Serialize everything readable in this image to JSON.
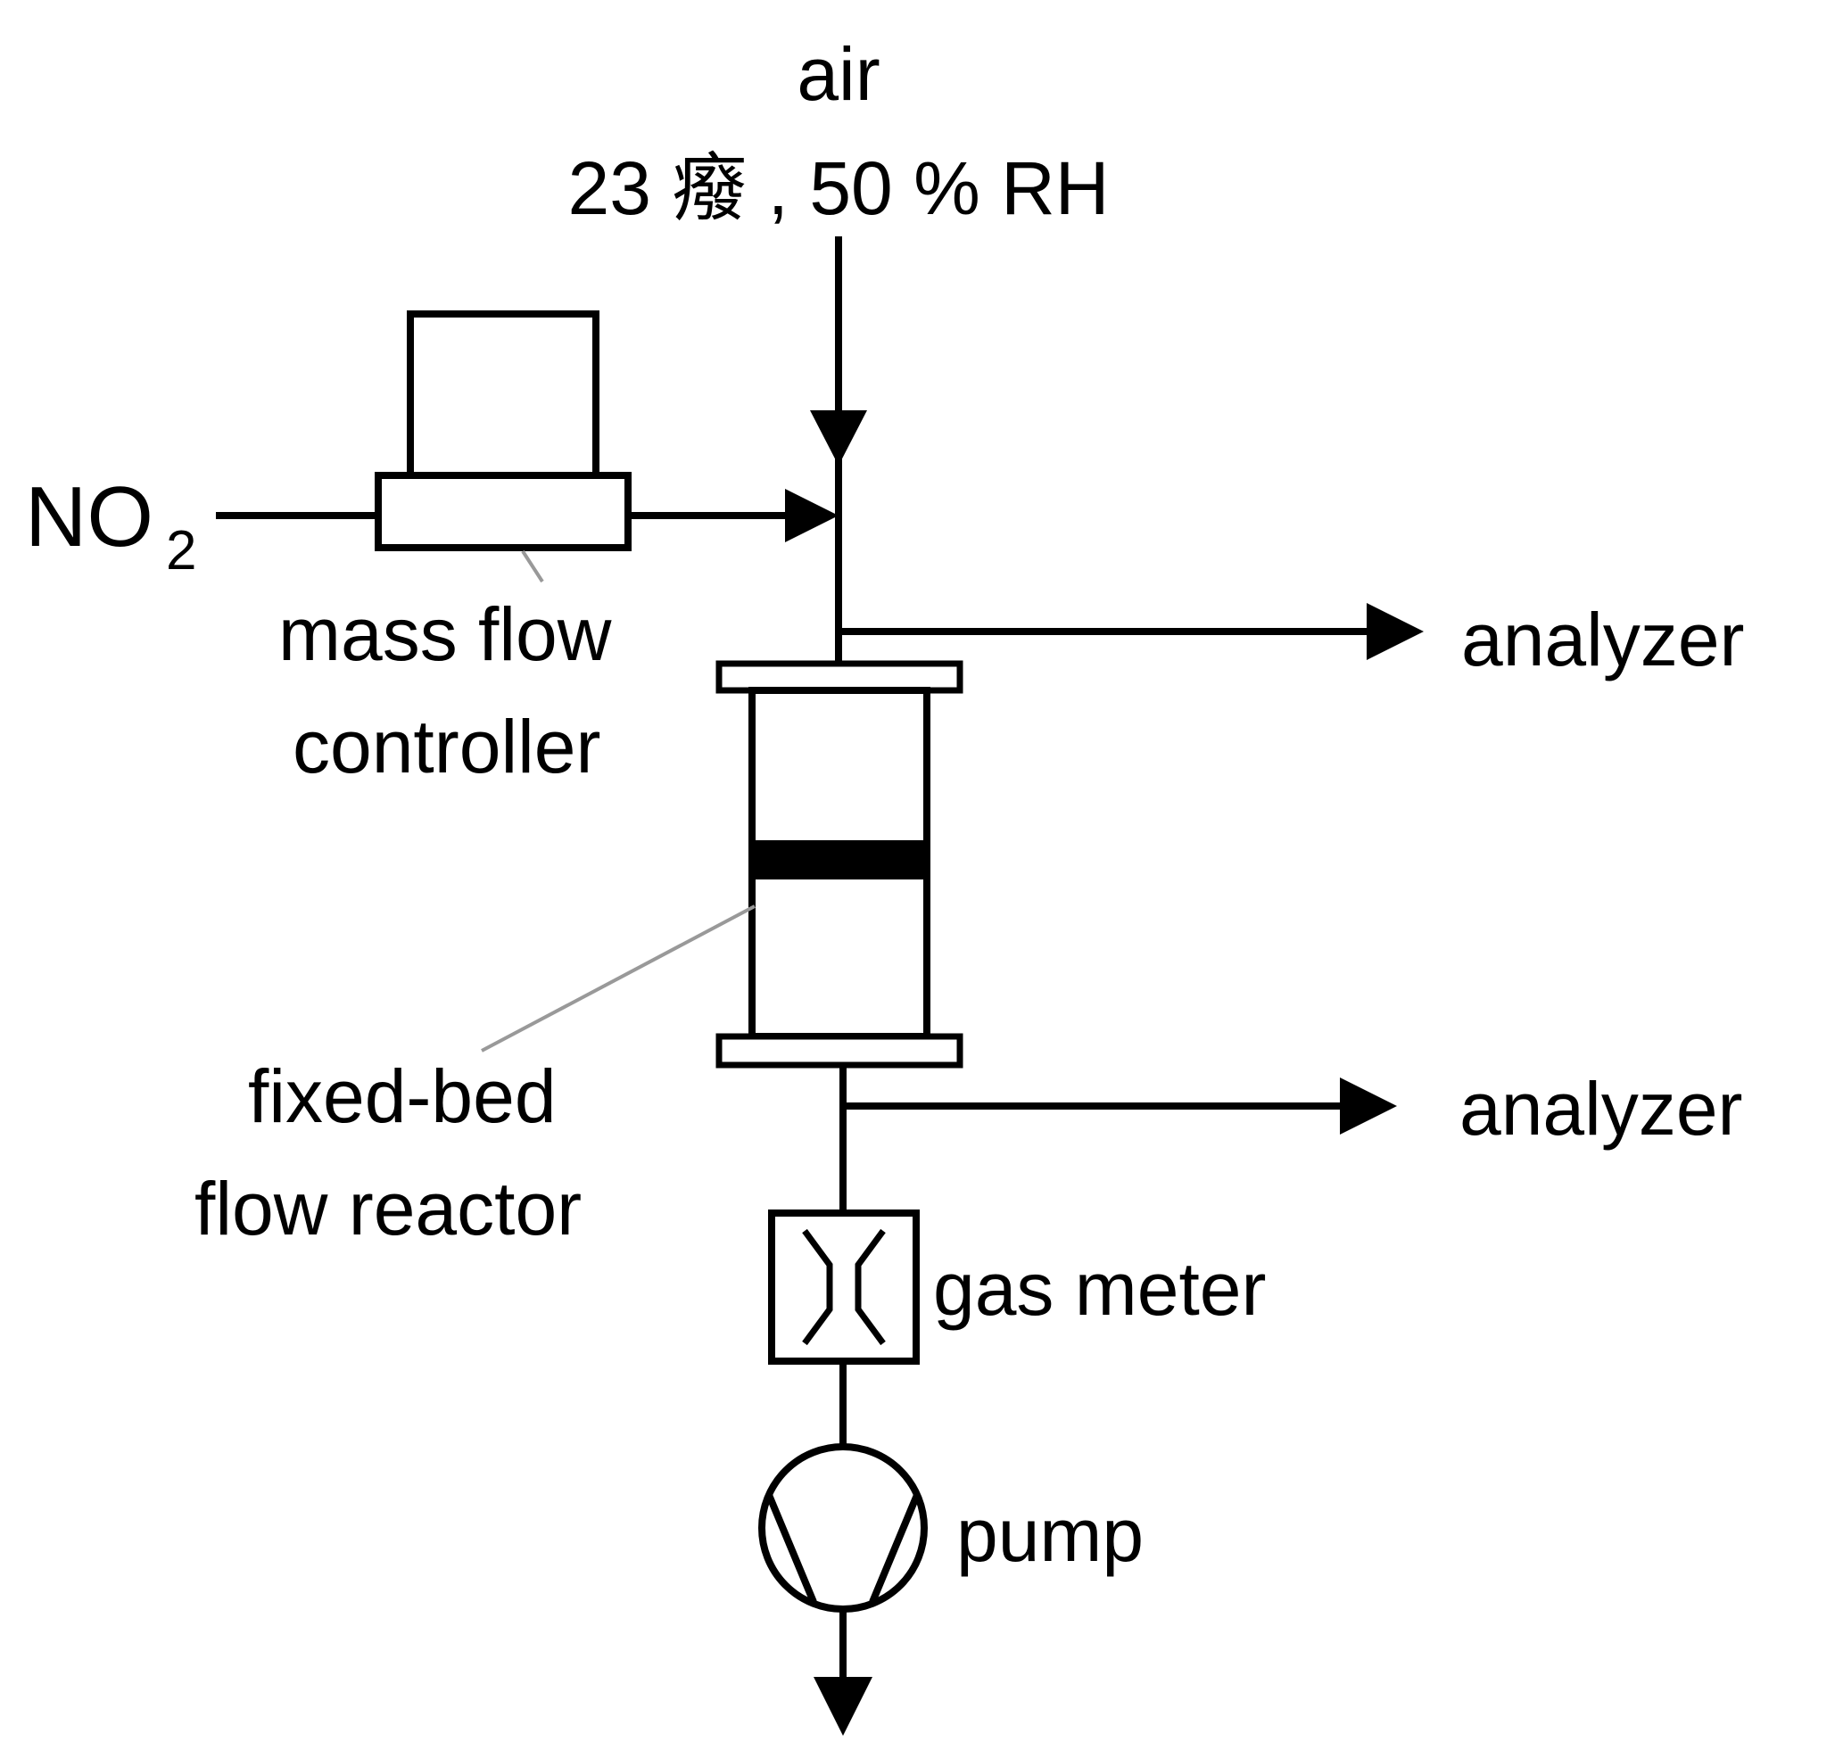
{
  "labels": {
    "air": "air",
    "air_conditions": "23 癈 , 50 % RH",
    "no2_base": "NO",
    "no2_subscript": "2",
    "mfc_line1": "mass flow",
    "mfc_line2": "controller",
    "analyzer_top": "analyzer",
    "analyzer_bottom": "analyzer",
    "reactor_line1": "fixed-bed",
    "reactor_line2": "flow reactor",
    "gas_meter": "gas meter",
    "pump": "pump"
  },
  "colors": {
    "line": "#000000",
    "leader": "#999999",
    "background": "#ffffff"
  }
}
